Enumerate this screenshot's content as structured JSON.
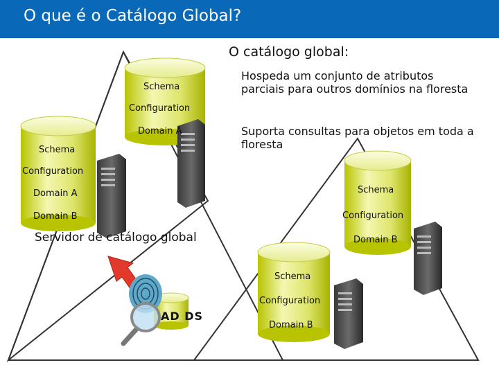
{
  "title": "O que é o Catálogo Global?",
  "catalog": {
    "heading": "O catálogo global:",
    "points": [
      "Hospeda um conjunto de atributos parciais para outros domínios na floresta",
      "Suporta consultas para objetos em toda a floresta"
    ]
  },
  "server_caption": "Servidor de catálogo global",
  "adds_label": "AD DS",
  "databases": {
    "top": [
      "Schema",
      "Configuration",
      "Domain A"
    ],
    "gc": [
      "Schema",
      "Configuration",
      "Domain A",
      "Domain B"
    ],
    "right": [
      "Schema",
      "Configuration",
      "Domain B"
    ],
    "bottom": [
      "Schema",
      "Configuration",
      "Domain B"
    ]
  },
  "colors": {
    "title_bar": "#0a68b8",
    "database_gradient_light": "#f4f7b0",
    "database_gradient_dark": "#b8c400",
    "arrow": "#e23a2a",
    "triangle": "#333333"
  },
  "icons": [
    "server-tower-icon",
    "fingerprint-icon",
    "magnifier-icon",
    "query-arrow-icon"
  ]
}
